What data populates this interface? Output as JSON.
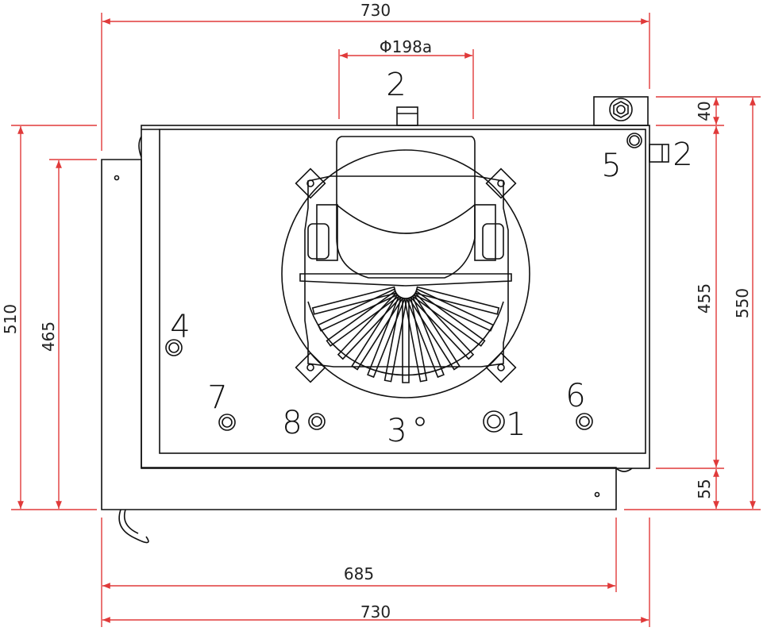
{
  "colors": {
    "dimension_line": "#e03a3a",
    "outline": "#111111",
    "background": "#ffffff"
  },
  "dimensions": {
    "top_width": "730",
    "bottom_width": "730",
    "bottom_inner": "685",
    "outlet_diameter": "Φ198a",
    "left_height": "510",
    "left_inner": "465",
    "right_top": "40",
    "right_mid": "455",
    "right_total": "550",
    "right_bottom": "55"
  },
  "callouts": {
    "c1": "1",
    "c2_top": "2",
    "c2_side": "2",
    "c3": "3",
    "c4": "4",
    "c5": "5",
    "c6": "6",
    "c7": "7",
    "c8": "8"
  }
}
